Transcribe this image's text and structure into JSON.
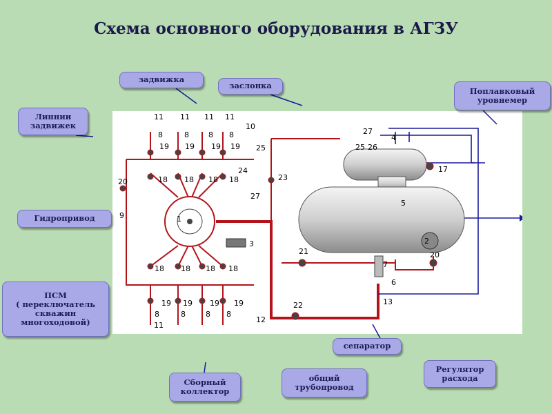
{
  "title": "Схема основного оборудования в АГЗУ",
  "callouts": {
    "zadvizhka": "задвижка",
    "zaslonka": "заслонка",
    "linii": "Линнии\nзадвижек",
    "float_gauge": "Поплавковый\nуровнемер",
    "hydro": "Гидропривод",
    "psm": "ПСМ\n( переключатель\nскважин\nмногоходовой)",
    "separator": "сепаратор",
    "flow_reg": "Регулятор\nрасхода",
    "collector": "Сборный\nколлектор",
    "common_pipe": "общий\nтрубопровод"
  },
  "labels": {
    "n11a": "11",
    "n11b": "11",
    "n11c": "11",
    "n11d": "11",
    "n8a": "8",
    "n8b": "8",
    "n8c": "8",
    "n8d": "8",
    "n19a": "19",
    "n19b": "19",
    "n19c": "19",
    "n19d": "19",
    "n10": "10",
    "n25": "25",
    "n24": "24",
    "n18a": "18",
    "n18b": "18",
    "n18c": "18",
    "n18d": "18",
    "n20a": "20",
    "n9": "9",
    "n27a": "27",
    "n23": "23",
    "n1": "1",
    "n3": "3",
    "n18e": "18",
    "n18f": "18",
    "n18g": "18",
    "n18h": "18",
    "n19e": "19",
    "n19f": "19",
    "n19g": "19",
    "n19h": "19",
    "n8e": "8",
    "n8f": "8",
    "n8g": "8",
    "n8h": "8",
    "n11e": "11",
    "n27b": "27",
    "n25b": "25",
    "n26": "26",
    "n4": "4",
    "n17": "17",
    "n5": "5",
    "n2": "2",
    "n21": "21",
    "n7": "7",
    "n20b": "20",
    "n6": "6",
    "n13": "13",
    "n22": "22",
    "n12": "12"
  },
  "colors": {
    "pipe": "#b3141a",
    "blue_line": "#1a1a9a",
    "background": "#b9dcb4",
    "callout": "#a9a9e8"
  }
}
